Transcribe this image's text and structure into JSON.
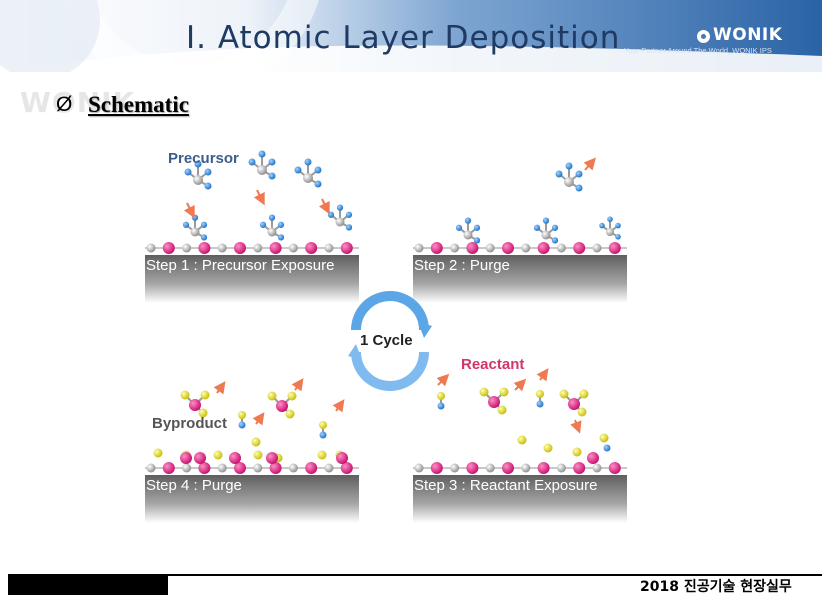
{
  "header": {
    "title": "I. Atomic Layer Deposition",
    "logo": "WONIK",
    "tagline": "Your Partner Around The World_WONIK IPS"
  },
  "watermark": "WONIK",
  "section": {
    "bullet": "Ø",
    "heading": "Schematic"
  },
  "diagram": {
    "label_precursor": "Precursor",
    "label_reactant": "Reactant",
    "label_byproduct": "Byproduct",
    "cycle": "1 Cycle",
    "steps": [
      "Step 1 : Precursor Exposure",
      "Step 2 : Purge",
      "Step 3 : Reactant Exposure",
      "Step 4 : Purge"
    ]
  },
  "colors": {
    "header_blue": "#2e6db1",
    "title_navy": "#1f3a63",
    "substrate_gray": "#6e6e6e",
    "substrate_magenta": "#d6127a",
    "precursor_blue": "#2a83d6",
    "reactant_yellow": "#e6dd1a",
    "arrow_orange": "#ef7a52",
    "cycle_blue": "#5ba6e6"
  },
  "footer": {
    "text": "2018 진공기술 현장실무"
  }
}
